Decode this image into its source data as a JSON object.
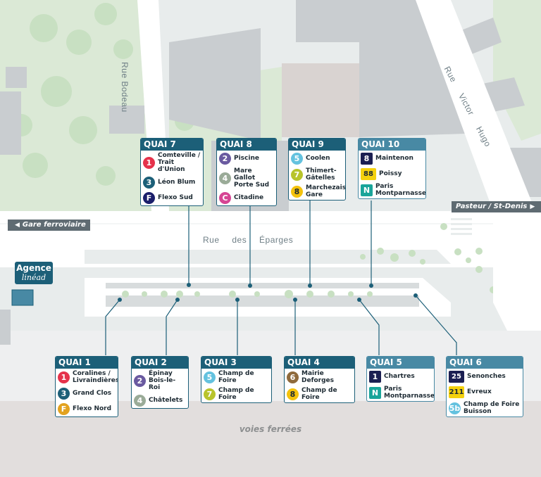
{
  "streets": {
    "rue_bodeau": "Rue Bodeau",
    "rue_victor_hugo": "Rue Victor Hugo",
    "rue_des_eparges": "Rue des Éparges"
  },
  "directions": {
    "gare": "Gare ferroviaire",
    "pasteur": "Pasteur / St-Denis"
  },
  "rail_label": "voies ferrées",
  "agence": {
    "line1": "Agence",
    "line2": "linéad"
  },
  "colors": {
    "quai_header_dark": "#1c5f78",
    "quai_header_light": "#4889a4",
    "green_space": "#d9e9d4",
    "building": "#c9cdd0",
    "road": "#ffffff"
  },
  "quais": [
    {
      "name": "QUAI 7",
      "lines": [
        {
          "code": "1",
          "color": "#e5324b",
          "shape": "circle",
          "dest": "Comteville / Trait d'Union"
        },
        {
          "code": "3",
          "color": "#1c5f78",
          "shape": "circle",
          "dest": "Léon Blum"
        },
        {
          "code": "F",
          "color": "#1b1f6b",
          "shape": "circle",
          "dest": "Flexo Sud"
        }
      ]
    },
    {
      "name": "QUAI 8",
      "lines": [
        {
          "code": "2",
          "color": "#6a5aa0",
          "shape": "circle",
          "dest": "Piscine"
        },
        {
          "code": "4",
          "color": "#9aab98",
          "shape": "circle",
          "dest": "Mare Gallot Porte Sud"
        },
        {
          "code": "C",
          "color": "#d64594",
          "shape": "circle",
          "dest": "Citadine"
        }
      ]
    },
    {
      "name": "QUAI 9",
      "lines": [
        {
          "code": "5",
          "color": "#64c2df",
          "shape": "circle",
          "dest": "Coolen"
        },
        {
          "code": "7",
          "color": "#b8c42c",
          "shape": "circle",
          "dest": "Thimert-Gâtelles"
        },
        {
          "code": "8",
          "color": "#f4c20d",
          "shape": "circle",
          "dest": "Marchezais Gare",
          "dark_text": true
        }
      ]
    },
    {
      "name": "QUAI 10",
      "lines": [
        {
          "code": "8",
          "color": "#1b1f52",
          "shape": "square",
          "dest": "Maintenon"
        },
        {
          "code": "88",
          "color": "#f4d10d",
          "shape": "wide",
          "dest": "Poissy",
          "dark_text": true
        },
        {
          "code": "N",
          "color": "#1aa59a",
          "shape": "square",
          "dest": "Paris Montparnasse"
        }
      ]
    },
    {
      "name": "QUAI 1",
      "lines": [
        {
          "code": "1",
          "color": "#e5324b",
          "shape": "circle",
          "dest": "Coralines / Livraindières"
        },
        {
          "code": "3",
          "color": "#1c5f78",
          "shape": "circle",
          "dest": "Grand Clos"
        },
        {
          "code": "F",
          "color": "#e2a21f",
          "shape": "circle",
          "dest": "Flexo Nord"
        }
      ]
    },
    {
      "name": "QUAI 2",
      "lines": [
        {
          "code": "2",
          "color": "#6a5aa0",
          "shape": "circle",
          "dest": "Épinay Bois-le-Roi"
        },
        {
          "code": "4",
          "color": "#9aab98",
          "shape": "circle",
          "dest": "Châtelets"
        }
      ]
    },
    {
      "name": "QUAI 3",
      "lines": [
        {
          "code": "5",
          "color": "#64c2df",
          "shape": "circle",
          "dest": "Champ de Foire"
        },
        {
          "code": "7",
          "color": "#b8c42c",
          "shape": "circle",
          "dest": "Champ de Foire"
        }
      ]
    },
    {
      "name": "QUAI 4",
      "lines": [
        {
          "code": "6",
          "color": "#8f6a3c",
          "shape": "circle",
          "dest": "Mairie Deforges"
        },
        {
          "code": "8",
          "color": "#f4c20d",
          "shape": "circle",
          "dest": "Champ de Foire",
          "dark_text": true
        }
      ]
    },
    {
      "name": "QUAI 5",
      "lines": [
        {
          "code": "1",
          "color": "#1b1f52",
          "shape": "square",
          "dest": "Chartres"
        },
        {
          "code": "N",
          "color": "#1aa59a",
          "shape": "square",
          "dest": "Paris Montparnasse"
        }
      ]
    },
    {
      "name": "QUAI 6",
      "lines": [
        {
          "code": "25",
          "color": "#1b1f52",
          "shape": "wide",
          "dest": "Senonches"
        },
        {
          "code": "211",
          "color": "#f4d10d",
          "shape": "wide",
          "dest": "Evreux",
          "dark_text": true
        },
        {
          "code": "5b",
          "color": "#64c2df",
          "shape": "circle",
          "dest": "Champ de Foire Buisson"
        }
      ]
    }
  ]
}
